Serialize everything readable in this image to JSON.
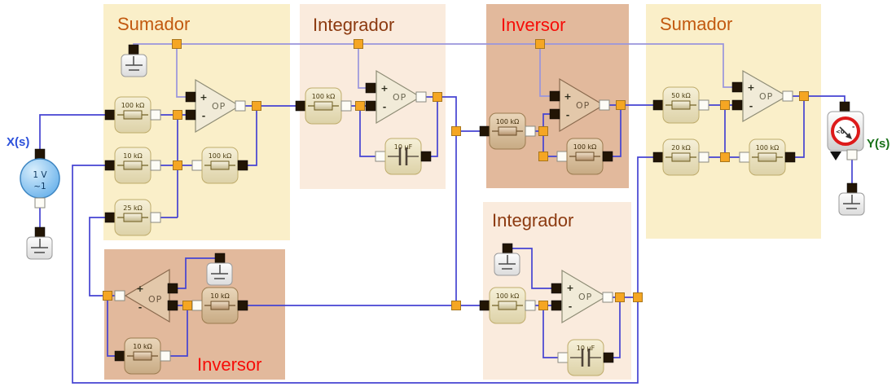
{
  "source": {
    "label": "X(s)",
    "label_color": "#2b50db",
    "value": "1 V",
    "phase": "~1"
  },
  "output": {
    "label": "Y(s)",
    "label_color": "#177017",
    "meter_reading": "<0",
    "meter_minus": "-"
  },
  "op": {
    "label": "OP",
    "plus": "+",
    "minus": "-"
  },
  "wire_colors": {
    "signal": "#4543d2",
    "ground_rail": "#9a95dc",
    "junction": "#f5a623"
  },
  "blocks": [
    {
      "id": "sumador-1",
      "title": "Sumador",
      "bg": "#faefc9",
      "title_color": "#c2590f",
      "components": {
        "r1": "100 kΩ",
        "r2": "10 kΩ",
        "r3": "25 kΩ",
        "rf": "100 kΩ"
      }
    },
    {
      "id": "integrador-1",
      "title": "Integrador",
      "bg": "#faebdd",
      "title_color": "#8c3a10",
      "components": {
        "r": "100 kΩ",
        "c": "10 µF"
      }
    },
    {
      "id": "inversor-1",
      "title": "Inversor",
      "bg": "#e2b99c",
      "title_color": "#f60d08",
      "components": {
        "r": "100 kΩ",
        "rf": "100 kΩ"
      }
    },
    {
      "id": "sumador-2",
      "title": "Sumador",
      "bg": "#faefc9",
      "title_color": "#c2590f",
      "components": {
        "r1": "50 kΩ",
        "r2": "20 kΩ",
        "rf": "100 kΩ"
      }
    },
    {
      "id": "integrador-2",
      "title": "Integrador",
      "bg": "#faebdd",
      "title_color": "#8c3a10",
      "components": {
        "r": "100 kΩ",
        "c": "10 µF"
      }
    },
    {
      "id": "inversor-2",
      "title": "Inversor",
      "bg": "#e2b99c",
      "title_color": "#f60d08",
      "components": {
        "r": "10 kΩ",
        "rf": "10 kΩ"
      }
    }
  ]
}
